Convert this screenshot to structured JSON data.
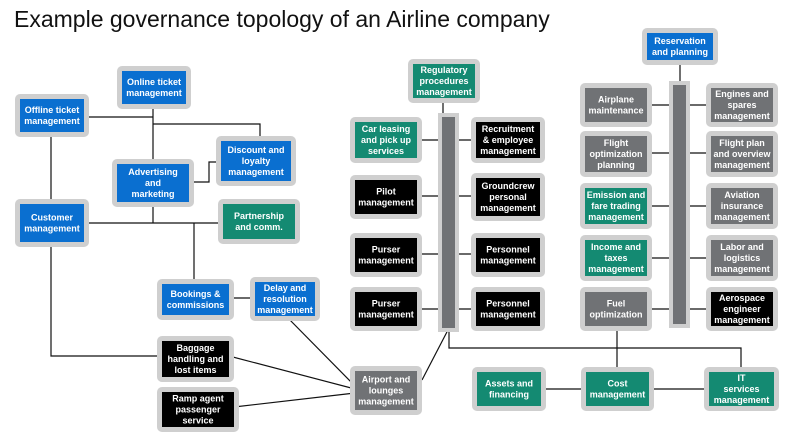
{
  "title": "Example governance topology of an Airline company",
  "colors": {
    "blue": "#0a6fd0",
    "green": "#148a72",
    "black": "#000000",
    "gray": "#707275",
    "frame": "#cfcfcf",
    "bus": "#707275",
    "line": "#111111"
  },
  "nodes": [
    {
      "id": "online-ticket",
      "lines": [
        "Online ticket",
        "management"
      ],
      "color": "blue"
    },
    {
      "id": "offline-ticket",
      "lines": [
        "Offline ticket",
        "management"
      ],
      "color": "blue"
    },
    {
      "id": "discount-loyalty",
      "lines": [
        "Discount and",
        "loyalty",
        "management"
      ],
      "color": "blue"
    },
    {
      "id": "advertising",
      "lines": [
        "Advertising",
        "and",
        "marketing"
      ],
      "color": "blue"
    },
    {
      "id": "customer",
      "lines": [
        "Customer",
        "management"
      ],
      "color": "blue"
    },
    {
      "id": "partnership",
      "lines": [
        "Partnership",
        "and comm."
      ],
      "color": "green"
    },
    {
      "id": "bookings",
      "lines": [
        "Bookings &",
        "commissions"
      ],
      "color": "blue"
    },
    {
      "id": "delay",
      "lines": [
        "Delay and",
        "resolution",
        "management"
      ],
      "color": "blue"
    },
    {
      "id": "baggage",
      "lines": [
        "Baggage",
        "handling and",
        "lost items"
      ],
      "color": "black"
    },
    {
      "id": "ramp-agent",
      "lines": [
        "Ramp agent",
        "passenger",
        "service"
      ],
      "color": "black"
    },
    {
      "id": "regulatory",
      "lines": [
        "Regulatory",
        "procedures",
        "management"
      ],
      "color": "green"
    },
    {
      "id": "car-leasing",
      "lines": [
        "Car leasing",
        "and pick up",
        "services"
      ],
      "color": "green"
    },
    {
      "id": "recruitment",
      "lines": [
        "Recruitment",
        "& employee",
        "management"
      ],
      "color": "black"
    },
    {
      "id": "pilot",
      "lines": [
        "Pilot",
        "management"
      ],
      "color": "black"
    },
    {
      "id": "groundcrew",
      "lines": [
        "Groundcrew",
        "personal",
        "management"
      ],
      "color": "black"
    },
    {
      "id": "purser-1",
      "lines": [
        "Purser",
        "management"
      ],
      "color": "black"
    },
    {
      "id": "personnel-1",
      "lines": [
        "Personnel",
        "management"
      ],
      "color": "black"
    },
    {
      "id": "purser-2",
      "lines": [
        "Purser",
        "management"
      ],
      "color": "black"
    },
    {
      "id": "personnel-2",
      "lines": [
        "Personnel",
        "management"
      ],
      "color": "black"
    },
    {
      "id": "airport-lounges",
      "lines": [
        "Airport and",
        "lounges",
        "management"
      ],
      "color": "gray"
    },
    {
      "id": "reservation",
      "lines": [
        "Reservation",
        "and planning"
      ],
      "color": "blue"
    },
    {
      "id": "airplane-maint",
      "lines": [
        "Airplane",
        "maintenance"
      ],
      "color": "gray"
    },
    {
      "id": "engines",
      "lines": [
        "Engines and",
        "spares",
        "management"
      ],
      "color": "gray"
    },
    {
      "id": "flight-opt",
      "lines": [
        "Flight",
        "optimization",
        "planning"
      ],
      "color": "gray"
    },
    {
      "id": "flight-plan",
      "lines": [
        "Flight plan",
        "and overview",
        "management"
      ],
      "color": "gray"
    },
    {
      "id": "emission",
      "lines": [
        "Emission and",
        "fare trading",
        "management"
      ],
      "color": "green"
    },
    {
      "id": "aviation-ins",
      "lines": [
        "Aviation",
        "insurance",
        "management"
      ],
      "color": "gray"
    },
    {
      "id": "income-taxes",
      "lines": [
        "Income and",
        "taxes",
        "management"
      ],
      "color": "green"
    },
    {
      "id": "labor",
      "lines": [
        "Labor and",
        "logistics",
        "management"
      ],
      "color": "gray"
    },
    {
      "id": "fuel",
      "lines": [
        "Fuel",
        "optimization"
      ],
      "color": "gray"
    },
    {
      "id": "aerospace",
      "lines": [
        "Aerospace",
        "engineer",
        "management"
      ],
      "color": "black"
    },
    {
      "id": "assets",
      "lines": [
        "Assets and",
        "financing"
      ],
      "color": "green"
    },
    {
      "id": "cost",
      "lines": [
        "Cost",
        "management"
      ],
      "color": "green"
    },
    {
      "id": "it-services",
      "lines": [
        "IT",
        "services",
        "management"
      ],
      "color": "green"
    }
  ]
}
